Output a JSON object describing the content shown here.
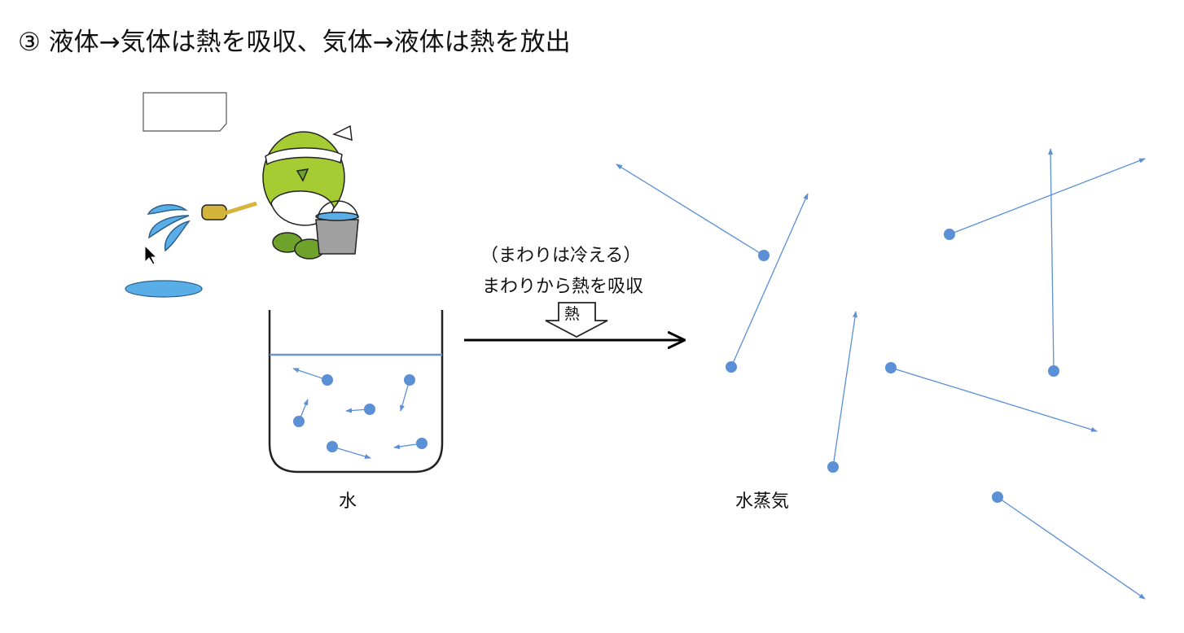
{
  "slide": {
    "title": "③  液体→気体は熱を吸収、気体→液体は熱を放出",
    "note_cooling": "（まわりは冷える）",
    "note_absorb": "まわりから熱を吸収",
    "heat_label": "熱",
    "label_liquid": "水",
    "label_gas": "水蒸気"
  },
  "colors": {
    "molecule": "#5b8fd6",
    "water_line": "#6b95d0",
    "character_green": "#a6cc33",
    "splash_blue": "#5aaee8"
  }
}
